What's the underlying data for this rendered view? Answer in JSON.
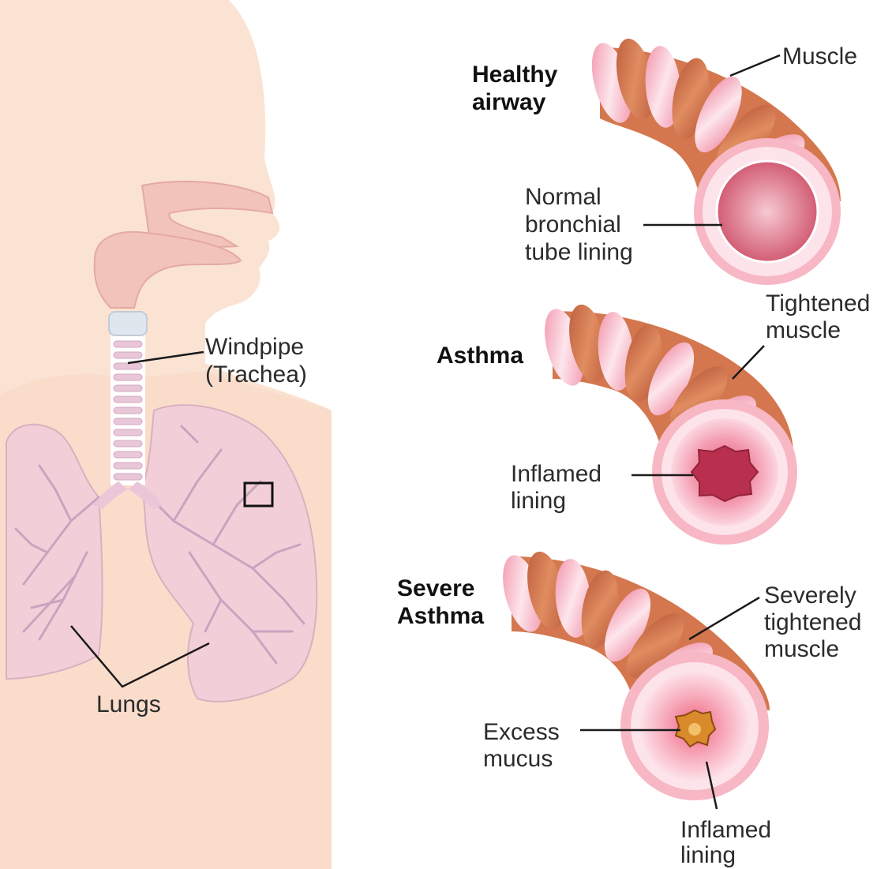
{
  "colors": {
    "skin": "#fbe3d3",
    "lung_fill": "#f2cfd8",
    "lung_vessels": "#c9a4bf",
    "trachea_ring": "#e9c6d8",
    "trachea_gap": "#ffffff",
    "muscle_band": "#d4774e",
    "tube_pink": "#f7b7c4",
    "tube_light": "#fde3ea",
    "lumen": "#c9475f",
    "mucus": "#d98a2b",
    "label_text": "#2b2b2b",
    "title_text": "#111111",
    "leader_line": "#1a1a1a"
  },
  "left_figure": {
    "trachea_label_line1": "Windpipe",
    "trachea_label_line2": "(Trachea)",
    "lungs_label": "Lungs",
    "zoom_marker_icon": "square-outline-icon"
  },
  "panels": [
    {
      "title_lines": [
        "Healthy",
        "airway"
      ],
      "labels": [
        {
          "lines": [
            "Muscle"
          ]
        },
        {
          "lines": [
            "Normal",
            "bronchial",
            "tube lining"
          ]
        }
      ]
    },
    {
      "title_lines": [
        "Asthma"
      ],
      "labels": [
        {
          "lines": [
            "Tightened",
            "muscle"
          ]
        },
        {
          "lines": [
            "Inflamed",
            "lining"
          ]
        }
      ]
    },
    {
      "title_lines": [
        "Severe",
        "Asthma"
      ],
      "labels": [
        {
          "lines": [
            "Severely",
            "tightened",
            "muscle"
          ]
        },
        {
          "lines": [
            "Excess",
            "mucus"
          ]
        },
        {
          "lines": [
            "Inflamed",
            "lining"
          ]
        }
      ]
    }
  ]
}
